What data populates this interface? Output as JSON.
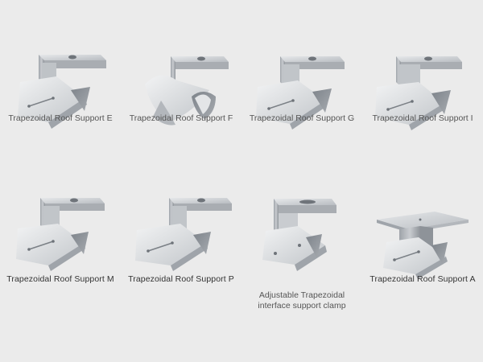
{
  "products": [
    {
      "label": "Trapezoidal Roof Support E",
      "variant": "standard"
    },
    {
      "label": "Trapezoidal Roof Support F",
      "variant": "curved"
    },
    {
      "label": "Trapezoidal Roof Support G",
      "variant": "standard"
    },
    {
      "label": "Trapezoidal Roof Support I",
      "variant": "standard"
    },
    {
      "label": "Trapezoidal Roof Support M",
      "variant": "standard"
    },
    {
      "label": "Trapezoidal Roof Support P",
      "variant": "standard"
    },
    {
      "label": "Adjustable Trapezoidal\ninterface support clamp",
      "variant": "clamp"
    },
    {
      "label": "Trapezoidal Roof Support A",
      "variant": "flat-top"
    }
  ],
  "colors": {
    "background": "#ebebeb",
    "metal_light": "#d9dbde",
    "metal_mid": "#b9bdc2",
    "metal_dark": "#8e9399",
    "caption": "#555555"
  }
}
